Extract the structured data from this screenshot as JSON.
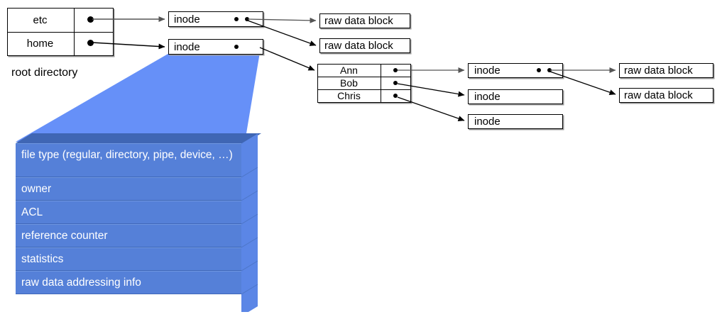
{
  "diagram": {
    "title": "unix-inode-filesystem-diagram",
    "colors": {
      "wedge_blue": "#6690f8",
      "stack_front": "#5580d8",
      "stack_side": "#5b86e6",
      "stack_top": "#3f66b4",
      "line": "#000000",
      "box_fill": "#ffffff"
    },
    "root_directory": {
      "caption": "root directory",
      "entries": [
        {
          "name": "etc",
          "pointer": "●"
        },
        {
          "name": "home",
          "pointer": "●"
        }
      ]
    },
    "home_directory": {
      "entries": [
        {
          "name": "Ann",
          "pointer": "●"
        },
        {
          "name": "Bob",
          "pointer": "●"
        },
        {
          "name": "Chris",
          "pointer": "●"
        }
      ]
    },
    "inodes": [
      {
        "id": "inode-etc",
        "label": "inode",
        "pointers": 2
      },
      {
        "id": "inode-home",
        "label": "inode",
        "pointers": 1
      },
      {
        "id": "inode-ann",
        "label": "inode",
        "pointers": 2
      },
      {
        "id": "inode-bob",
        "label": "inode",
        "pointers": 0
      },
      {
        "id": "inode-chris",
        "label": "inode",
        "pointers": 0
      }
    ],
    "raw_data_blocks": [
      {
        "id": "raw-block-1",
        "label": "raw data block"
      },
      {
        "id": "raw-block-2",
        "label": "raw data block"
      },
      {
        "id": "raw-block-3",
        "label": "raw data block"
      },
      {
        "id": "raw-block-4",
        "label": "raw data block"
      }
    ],
    "inode_detail": {
      "fields": [
        "file type (regular, directory, pipe, device, …)",
        "owner",
        "ACL",
        "reference counter",
        "statistics",
        "raw data addressing info"
      ]
    }
  }
}
